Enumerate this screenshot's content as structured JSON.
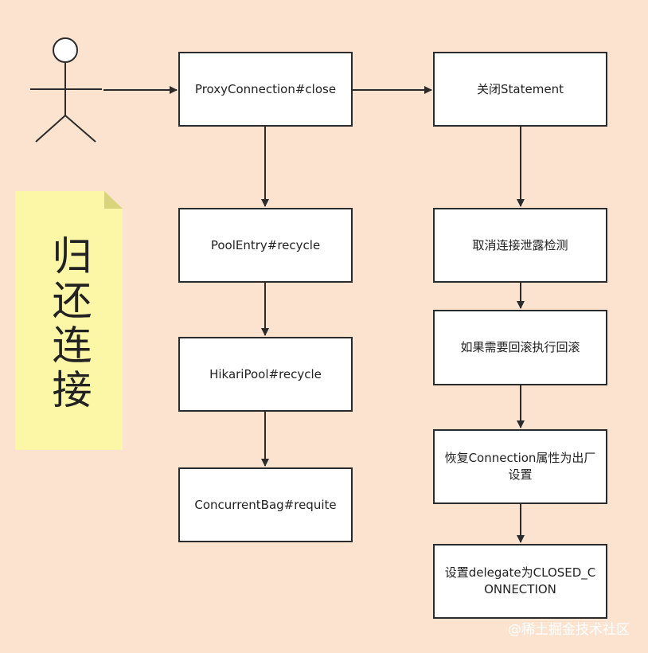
{
  "note": {
    "text": "归还连接"
  },
  "nodes": {
    "proxy_close": "ProxyConnection#close",
    "pool_entry_recycle": "PoolEntry#recycle",
    "hikari_pool_recycle": "HikariPool#recycle",
    "concurrent_bag_requite": "ConcurrentBag#requite",
    "close_statement": "关闭Statement",
    "cancel_leak_detection": "取消连接泄露检测",
    "rollback": "如果需要回滚执行回滚",
    "restore_attributes": "恢复Connection属性为出厂设置",
    "set_delegate": "设置delegate为CLOSED_CONNECTION"
  },
  "watermark": "@稀土掘金技术社区",
  "colors": {
    "background": "#fbe3cf",
    "note": "#fcf7a6",
    "stroke": "#2b2b2b"
  }
}
